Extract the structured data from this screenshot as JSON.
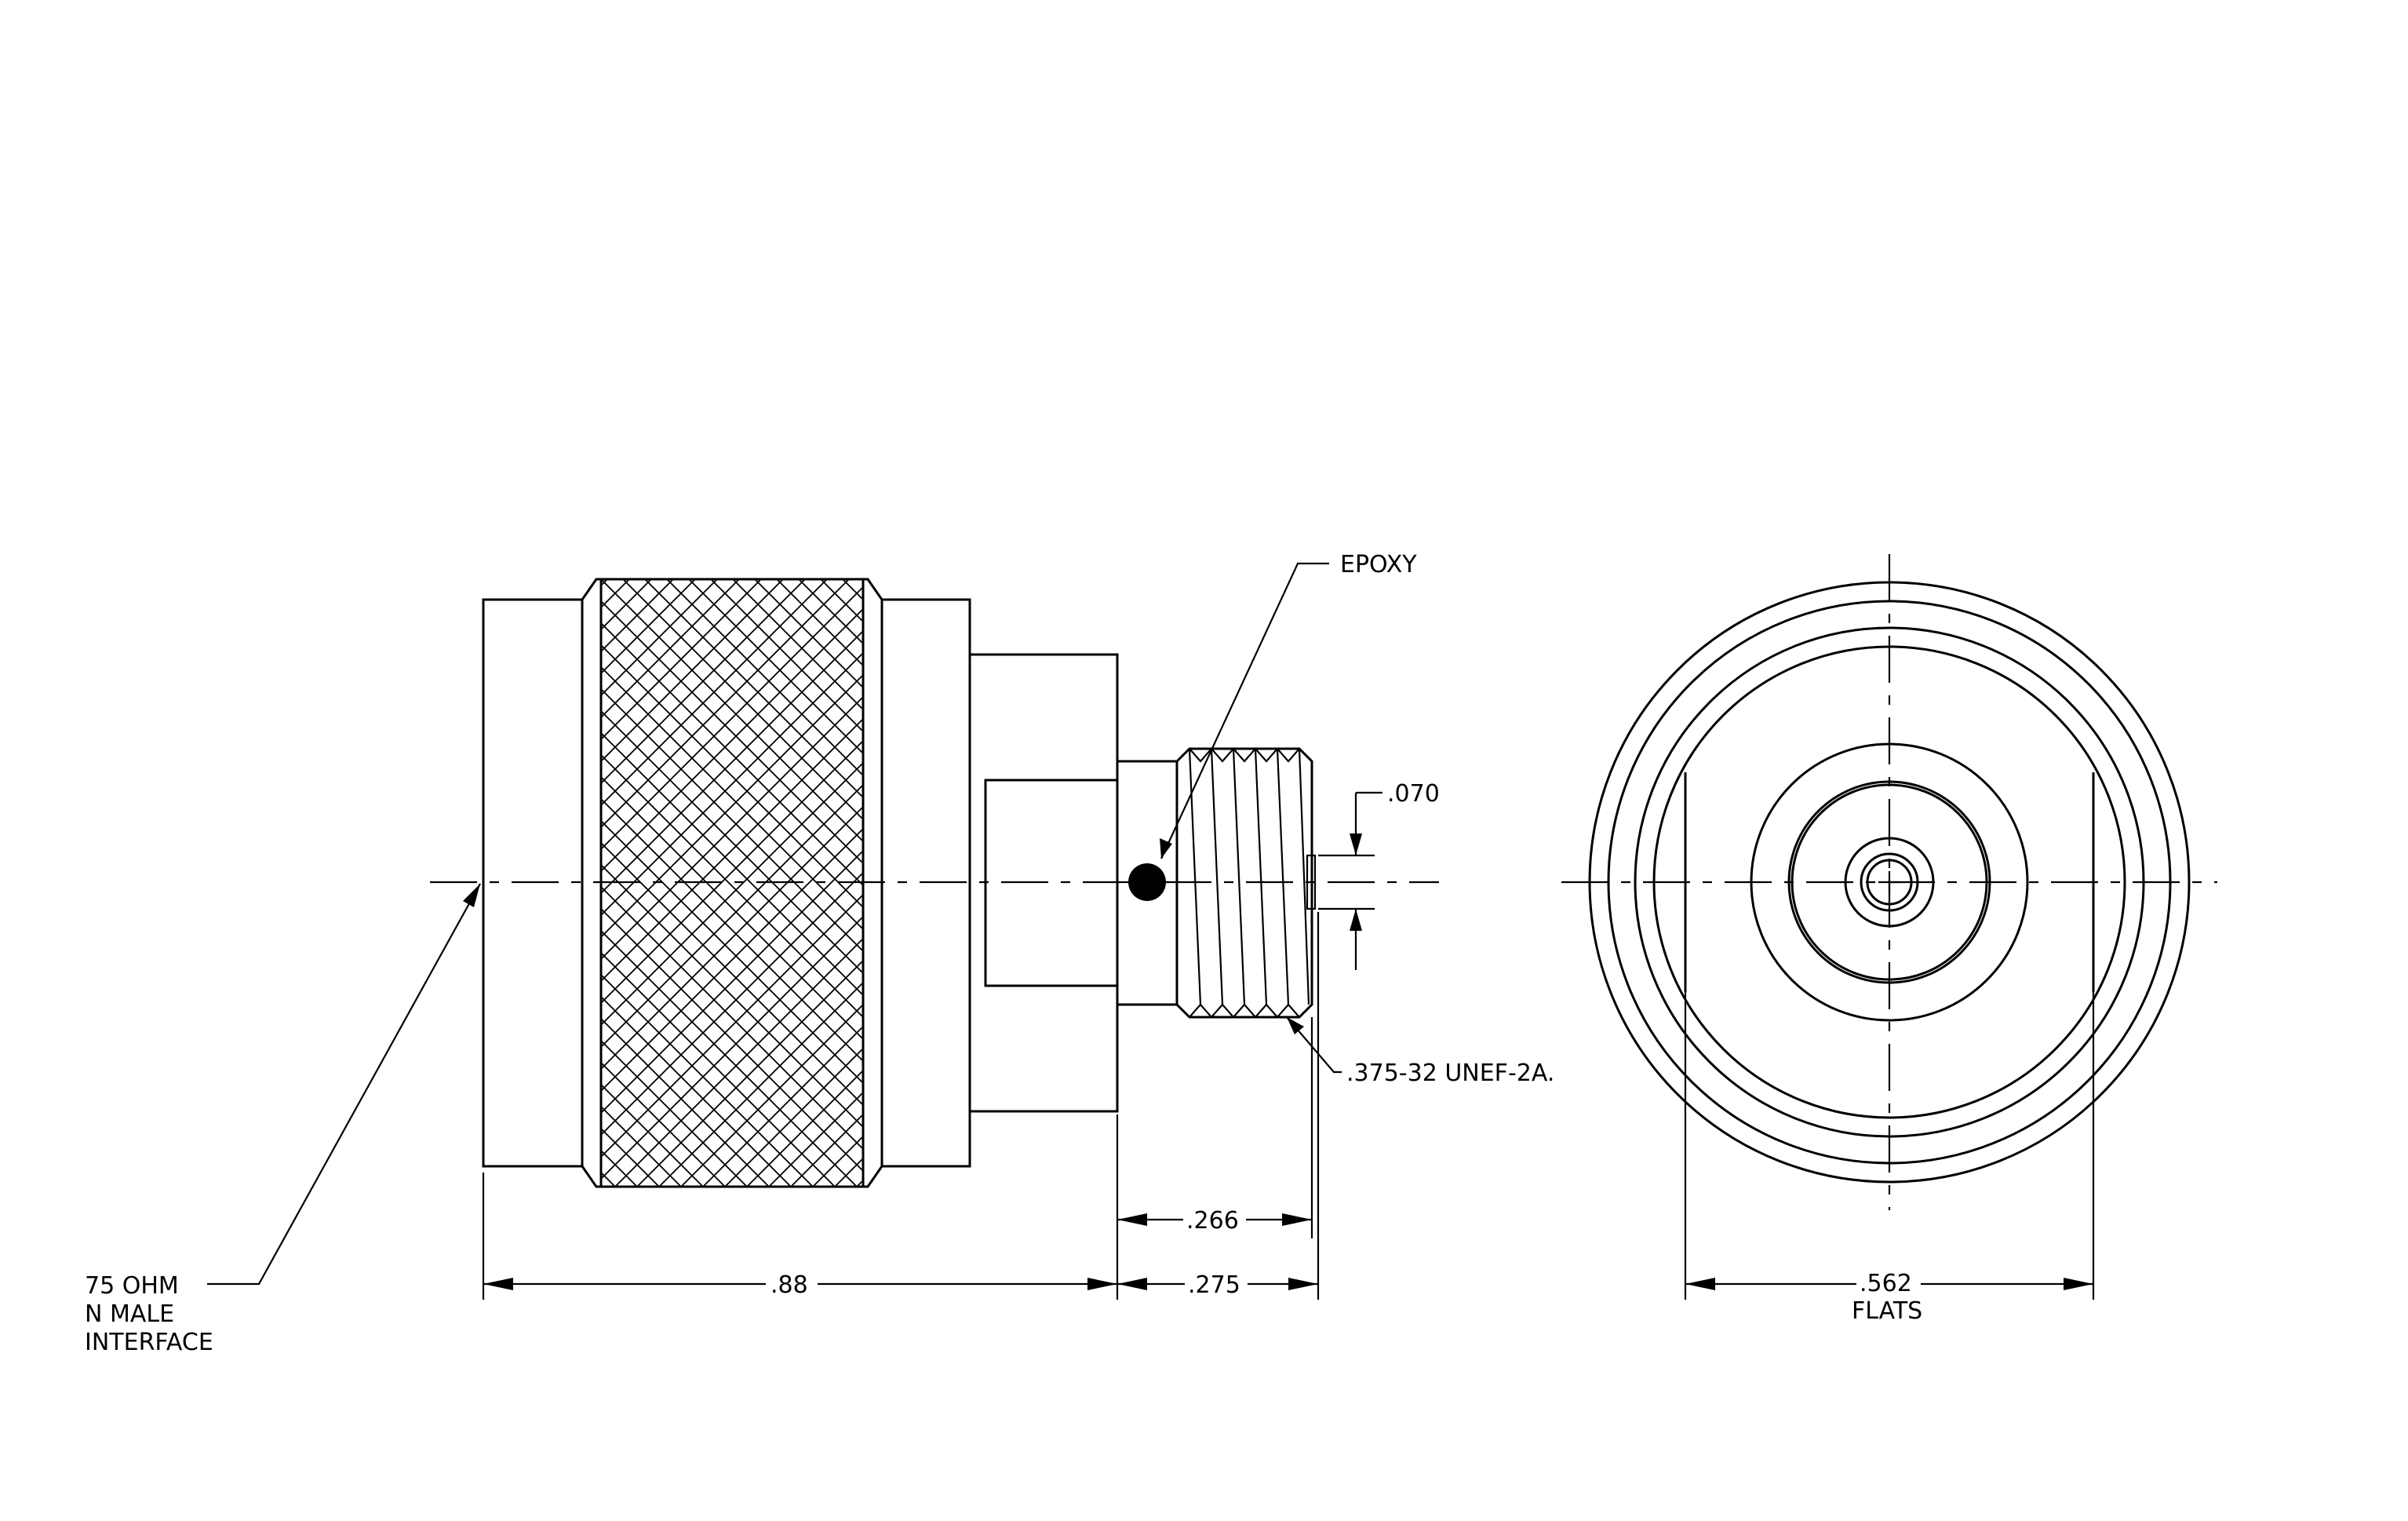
{
  "side_view": {
    "callouts": {
      "epoxy": "EPOXY",
      "thread": ".375-32 UNEF-2A.",
      "interface_line1": "75 OHM",
      "interface_line2": "N MALE",
      "interface_line3": "INTERFACE"
    },
    "dimensions": {
      "overall_length": ".88",
      "thread_length": ".266",
      "rear_length": ".275",
      "step": ".070"
    }
  },
  "end_view": {
    "dimensions": {
      "flats": ".562",
      "flats_label": "FLATS"
    }
  },
  "colors": {
    "line": "#000000",
    "background": "#ffffff"
  }
}
